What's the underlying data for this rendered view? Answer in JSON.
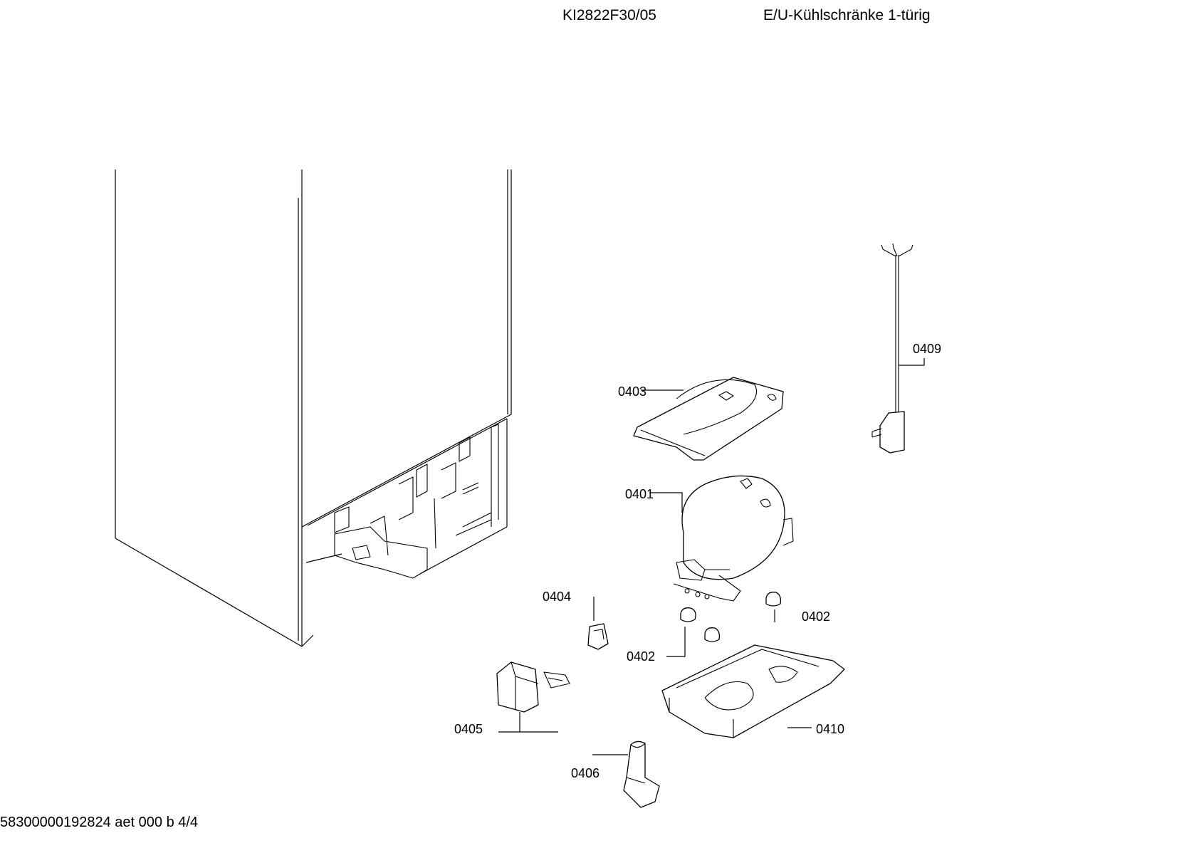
{
  "header": {
    "model": "KI2822F30/05",
    "category": "E/U-Kühlschränke 1-türig"
  },
  "footer": {
    "doc_id": "58300000192824 aet 000 b 4/4"
  },
  "parts": [
    {
      "id": "p0409",
      "label": "0409"
    },
    {
      "id": "p0403",
      "label": "0403"
    },
    {
      "id": "p0401",
      "label": "0401"
    },
    {
      "id": "p0404",
      "label": "0404"
    },
    {
      "id": "p0402a",
      "label": "0402"
    },
    {
      "id": "p0402b",
      "label": "0402"
    },
    {
      "id": "p0405",
      "label": "0405"
    },
    {
      "id": "p0410",
      "label": "0410"
    },
    {
      "id": "p0406",
      "label": "0406"
    }
  ]
}
